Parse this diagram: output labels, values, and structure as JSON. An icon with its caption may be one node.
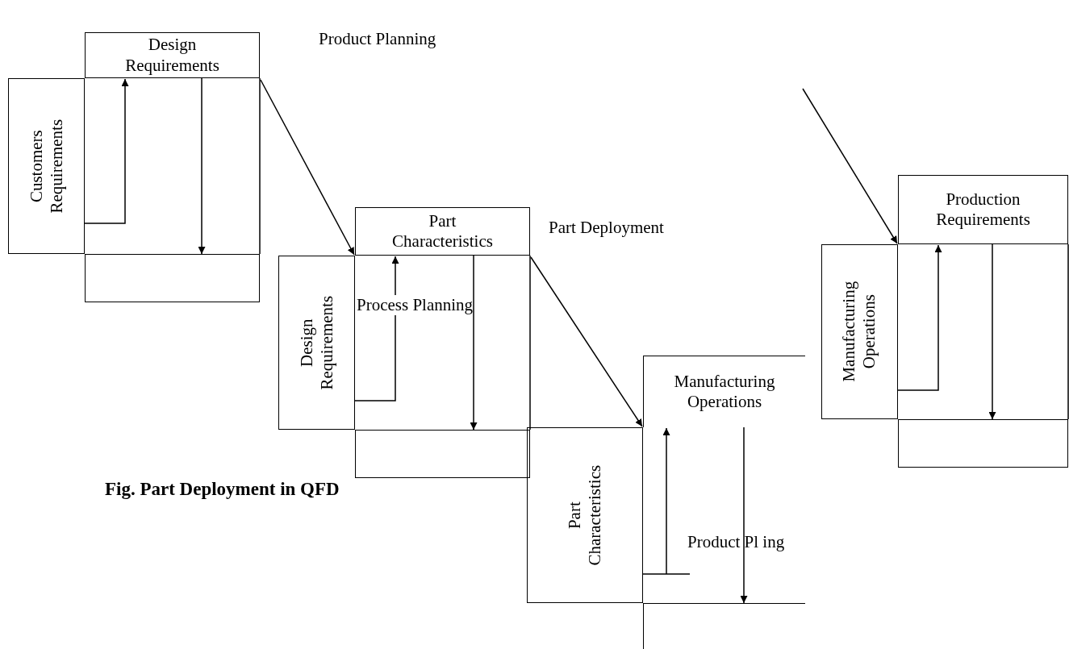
{
  "diagram": {
    "caption": "Fig. Part Deployment in QFD",
    "nodes": [
      {
        "text": [
          "Design Requirements"
        ]
      },
      {
        "text": [
          "Customers Requirements"
        ]
      },
      {
        "text": [],
        "shape": "box"
      },
      {
        "text": [
          "Part Characteristics"
        ]
      },
      {
        "text": [
          "Design Requirements"
        ]
      },
      {
        "text": [],
        "shape": "box"
      },
      {
        "text": [
          "Manufacturing Operations"
        ]
      },
      {
        "text": [
          "Part Characteristics"
        ]
      },
      {
        "text": [],
        "shape": "box"
      },
      {
        "text": [
          "Production Requirements"
        ]
      },
      {
        "text": [
          "Manufacturing Operations"
        ]
      },
      {
        "text": [],
        "shape": "box"
      }
    ],
    "edges": [
      {
        "from": 0,
        "to": 3,
        "arrow": "to"
      },
      {
        "from": 3,
        "to": 6,
        "arrow": "to"
      },
      {
        "from": null,
        "to": 9,
        "arrow": "to"
      },
      {
        "from": 1,
        "to": 0,
        "arrow": "to"
      },
      {
        "from": 0,
        "to": 2,
        "arrow": "to"
      },
      {
        "from": 4,
        "to": 3,
        "arrow": "to"
      },
      {
        "from": 3,
        "to": 5,
        "arrow": "to"
      },
      {
        "from": 7,
        "to": 6,
        "arrow": "to"
      },
      {
        "from": 6,
        "to": 8,
        "arrow": "to"
      },
      {
        "from": 10,
        "to": 9,
        "arrow": "to"
      },
      {
        "from": 9,
        "to": 11,
        "arrow": "to"
      }
    ],
    "labels": [
      "Product Planning",
      "Part Deployment",
      "Process Planning",
      "Product Pl ing"
    ]
  }
}
